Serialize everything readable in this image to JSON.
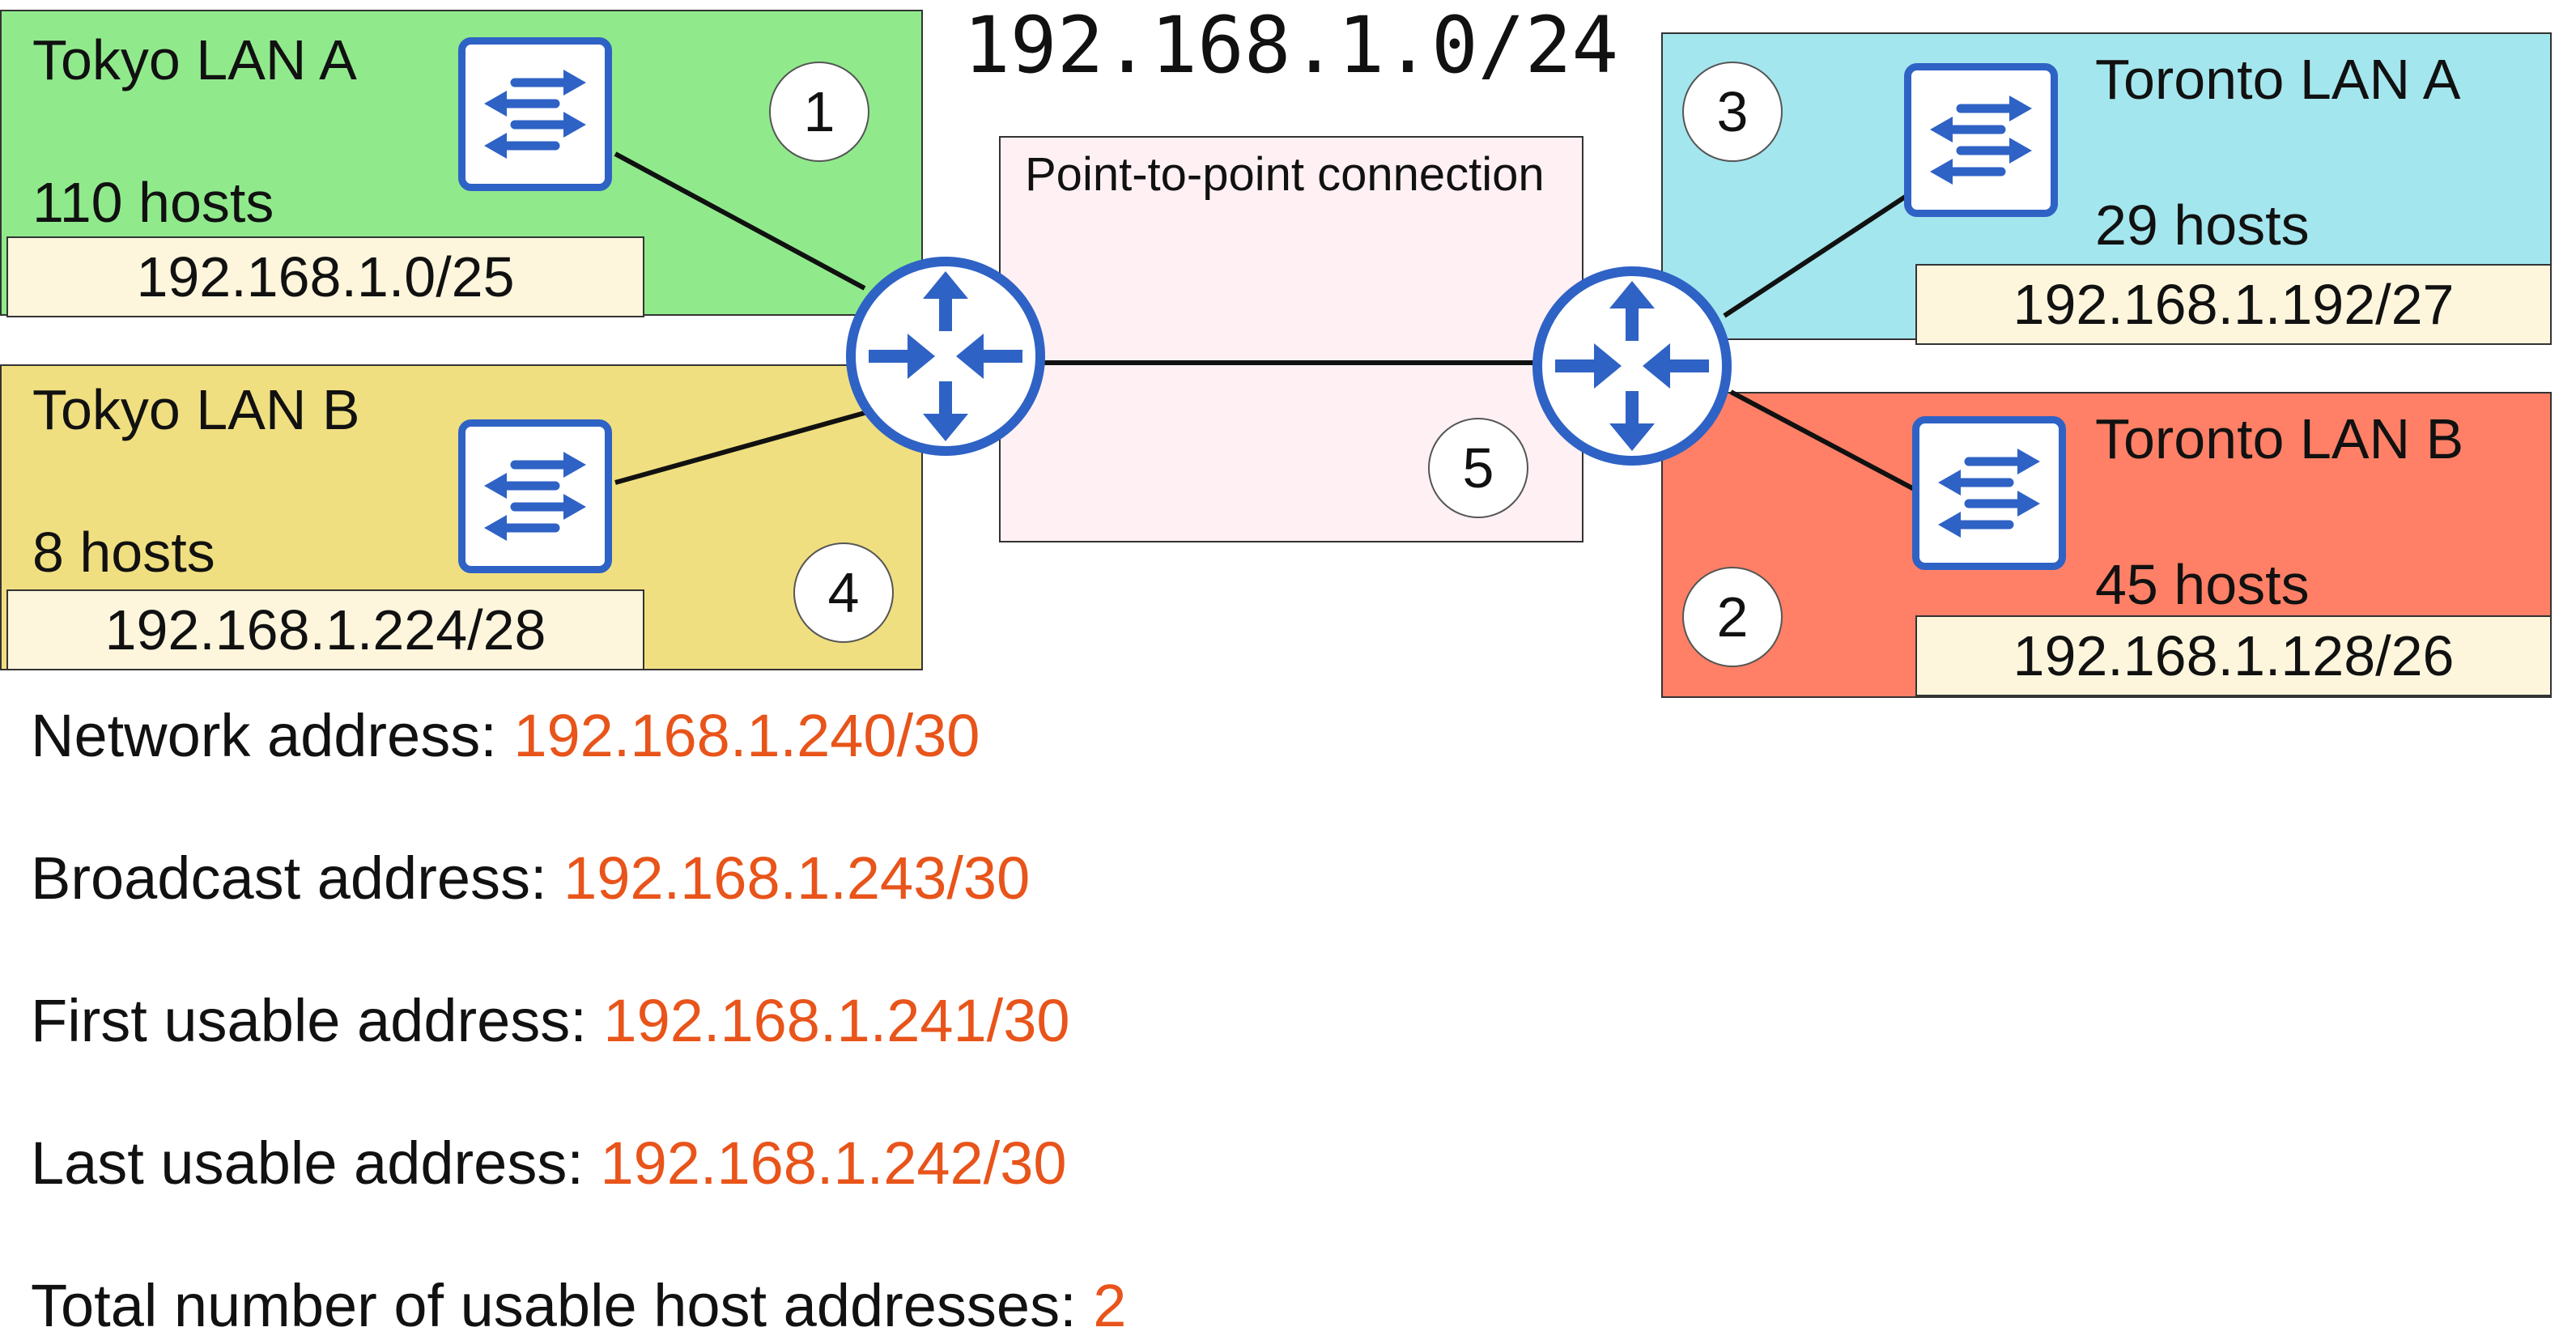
{
  "diagram": {
    "title": "192.168.1.0/24",
    "point_to_point": {
      "label": "Point-to-point connection",
      "badge": "5"
    },
    "lans": {
      "tokyo_a": {
        "name": "Tokyo LAN A",
        "hosts": "110 hosts",
        "subnet": "192.168.1.0/25",
        "badge": "1",
        "color": "#90ea8c"
      },
      "tokyo_b": {
        "name": "Tokyo LAN B",
        "hosts": "8 hosts",
        "subnet": "192.168.1.224/28",
        "badge": "4",
        "color": "#f0df80"
      },
      "toronto_a": {
        "name": "Toronto LAN A",
        "hosts": "29 hosts",
        "subnet": "192.168.1.192/27",
        "badge": "3",
        "color": "#a4e6ee"
      },
      "toronto_b": {
        "name": "Toronto LAN B",
        "hosts": "45 hosts",
        "subnet": "192.168.1.128/26",
        "badge": "2",
        "color": "#ff8066"
      }
    },
    "colors": {
      "device_blue": "#2f62c5",
      "value_orange": "#e8541a",
      "ptp_background": "#fff0f4",
      "subnet_box": "#fdf6dd"
    },
    "icons": {
      "switch": "switch-icon",
      "router": "router-icon"
    }
  },
  "info": {
    "network": {
      "label": "Network address: ",
      "value": "192.168.1.240/30"
    },
    "broadcast": {
      "label": "Broadcast address: ",
      "value": "192.168.1.243/30"
    },
    "first_usable": {
      "label": "First usable address: ",
      "value": "192.168.1.241/30"
    },
    "last_usable": {
      "label": "Last usable address: ",
      "value": "192.168.1.242/30"
    },
    "total_usable": {
      "label": "Total number of usable host addresses: ",
      "value": "2"
    }
  }
}
